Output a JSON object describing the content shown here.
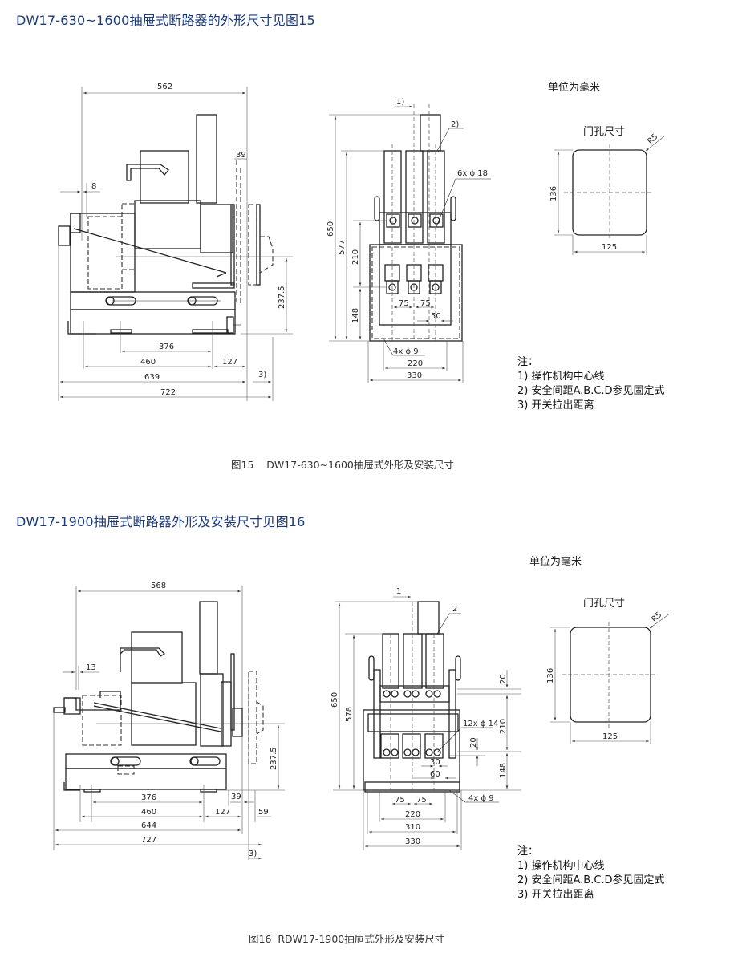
{
  "figure15": {
    "heading": "DW17-630~1600抽屉式断路器的外形尺寸见图15",
    "caption": "图15    DW17-630~1600抽屉式外形及安装尺寸",
    "unit_label": "单位为毫米",
    "side_view_dims": {
      "overall_depth": "562",
      "offset_left": "8",
      "offset_right": "39",
      "height_center": "237.5",
      "hole_span_a": "376",
      "hole_span_b": "460",
      "rear_offset": "127",
      "depth_a": "639",
      "depth_total": "722",
      "pull_out_ref": "3)"
    },
    "front_view_dims": {
      "ref_1": "1)",
      "ref_2": "2)",
      "height_total": "650",
      "height_terminal": "577",
      "terminal_spacing_v": "210",
      "base_to_terminal": "148",
      "holes": "6x ϕ 18",
      "pitch_a": "75",
      "pitch_b": "75",
      "offset_50": "50",
      "mount_holes": "4x ϕ 9",
      "width_inner": "220",
      "width_total": "330"
    },
    "door_cutout": {
      "title": "门孔尺寸",
      "radius": "R5",
      "height": "136",
      "width": "125"
    },
    "notes": {
      "title": "注：",
      "items": [
        "1) 操作机构中心线",
        "2) 安全间距A.B.C.D参见固定式",
        "3) 开关拉出距离"
      ]
    }
  },
  "figure16": {
    "heading": "DW17-1900抽屉式断路器外形及安装尺寸见图16",
    "caption": "图16  RDW17-1900抽屉式外形及安装尺寸",
    "unit_label": "单位为毫米",
    "side_view_dims": {
      "overall_depth": "568",
      "offset_left": "13",
      "height_center": "237.5",
      "hole_span_a": "376",
      "offset_39": "39",
      "hole_span_b": "460",
      "rear_offset": "127",
      "offset_59": "59",
      "depth_a": "644",
      "depth_total": "727",
      "pull_out_ref": "3)"
    },
    "front_view_dims": {
      "ref_1": "1",
      "ref_2": "2",
      "height_total": "650",
      "height_terminal": "578",
      "top_20": "20",
      "terminal_spacing_v": "210",
      "holes": "12x ϕ 14",
      "inner_20": "20",
      "base_to_terminal": "148",
      "offset_30": "30",
      "offset_60": "60",
      "pitch_a": "75",
      "pitch_b": "75",
      "mount_holes": "4x ϕ 9",
      "width_220": "220",
      "width_310": "310",
      "width_total": "330"
    },
    "door_cutout": {
      "title": "门孔尺寸",
      "radius": "R5",
      "height": "136",
      "width": "125"
    },
    "notes": {
      "title": "注：",
      "items": [
        "1) 操作机构中心线",
        "2) 安全间距A.B.C.D参见固定式",
        "3) 开关拉出距离"
      ]
    }
  }
}
